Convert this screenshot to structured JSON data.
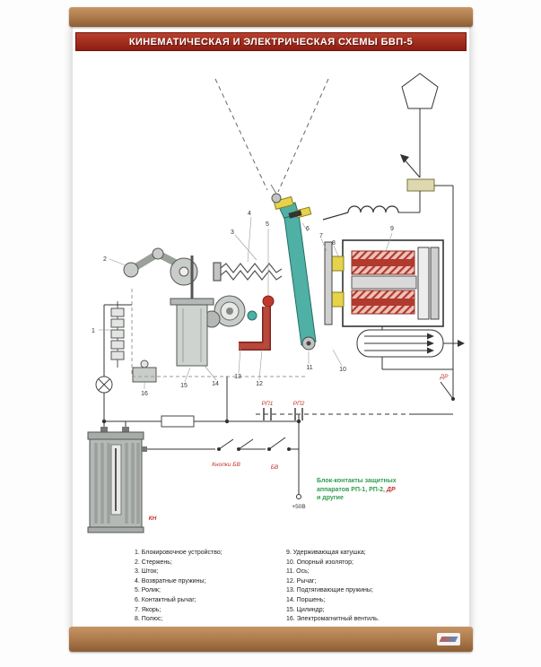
{
  "poster": {
    "title": "КИНЕМАТИЧЕСКАЯ И ЭЛЕКТРИЧЕСКАЯ СХЕМЫ БВП-5"
  },
  "diagram": {
    "part_numbers": {
      "n1": "1",
      "n2": "2",
      "n3": "3",
      "n4": "4",
      "n5": "5",
      "n6": "6",
      "n7": "7",
      "n8": "8",
      "n9": "9",
      "n10": "10",
      "n11": "11",
      "n12": "12",
      "n13": "13",
      "n14": "14",
      "n15": "15",
      "n16": "16"
    },
    "labels": {
      "kn": "КН",
      "bv": "БВ",
      "buttons_bv": "Кнопки БВ",
      "rp1": "РП1",
      "rp2": "РП2",
      "dr": "ДР",
      "plus50": "+50В"
    },
    "note": {
      "line1": "Блок-контакты защитных",
      "line2_prefix": "аппаратов РП-1, РП-2, ",
      "line2_dr": "ДР",
      "line3": "и другие"
    }
  },
  "legend": {
    "col1": [
      "1. Блокировочное устройство;",
      "2. Стержень;",
      "3. Шток;",
      "4. Возвратные пружины;",
      "5. Ролик;",
      "6. Контактный рычаг;",
      "7. Якорь;",
      "8. Полюс;"
    ],
    "col2": [
      "9. Удерживающая катушка;",
      "10. Опорный изолятор;",
      "11. Ось;",
      "12. Рычаг;",
      "13. Подтягивающие пружины;",
      "14. Поршень;",
      "15. Цилиндр;",
      "16. Электромагнитный вентиль."
    ]
  },
  "colors": {
    "title_bar": "#9e2b1f",
    "rail_brown": "#aa7849",
    "lever_teal": "#4fb0a5",
    "coil_red": "#c0392b",
    "pole_yellow": "#e6d34a",
    "metal_gray": "#c2c6c2",
    "label_red": "#c2332a",
    "note_green": "#2f9e4f"
  }
}
